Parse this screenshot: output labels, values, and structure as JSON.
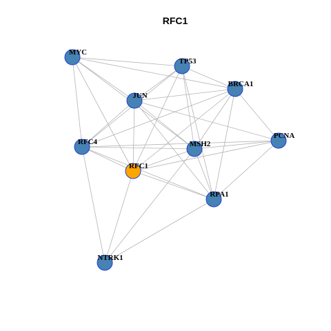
{
  "title": "RFC1",
  "colors": {
    "node_default": "#4682b4",
    "node_focus": "#ffa500",
    "node_border": "#1f3fd1",
    "edge": "#b3b3b3"
  },
  "nodes": [
    {
      "id": "MYC",
      "label": "MYC",
      "focus": false
    },
    {
      "id": "TP53",
      "label": "TP53",
      "focus": false
    },
    {
      "id": "BRCA1",
      "label": "BRCA1",
      "focus": false
    },
    {
      "id": "JUN",
      "label": "JUN",
      "focus": false
    },
    {
      "id": "PCNA",
      "label": "PCNA",
      "focus": false
    },
    {
      "id": "RFC4",
      "label": "RFC4",
      "focus": false
    },
    {
      "id": "MSH2",
      "label": "MSH2",
      "focus": false
    },
    {
      "id": "RFC1",
      "label": "RFC1",
      "focus": true
    },
    {
      "id": "RPA1",
      "label": "RPA1",
      "focus": false
    },
    {
      "id": "NTRK1",
      "label": "NTRK1",
      "focus": false
    }
  ],
  "edges": [
    [
      "MYC",
      "TP53"
    ],
    [
      "MYC",
      "BRCA1"
    ],
    [
      "MYC",
      "JUN"
    ],
    [
      "MYC",
      "MSH2"
    ],
    [
      "MYC",
      "RFC4"
    ],
    [
      "MYC",
      "RFC1"
    ],
    [
      "TP53",
      "JUN"
    ],
    [
      "TP53",
      "MSH2"
    ],
    [
      "TP53",
      "RFC4"
    ],
    [
      "TP53",
      "RFC1"
    ],
    [
      "TP53",
      "RPA1"
    ],
    [
      "TP53",
      "BRCA1"
    ],
    [
      "BRCA1",
      "JUN"
    ],
    [
      "BRCA1",
      "PCNA"
    ],
    [
      "BRCA1",
      "RFC4"
    ],
    [
      "BRCA1",
      "RFC1"
    ],
    [
      "BRCA1",
      "MSH2"
    ],
    [
      "BRCA1",
      "RPA1"
    ],
    [
      "JUN",
      "PCNA"
    ],
    [
      "JUN",
      "RFC4"
    ],
    [
      "JUN",
      "MSH2"
    ],
    [
      "JUN",
      "RFC1"
    ],
    [
      "JUN",
      "RPA1"
    ],
    [
      "PCNA",
      "RFC1"
    ],
    [
      "PCNA",
      "RFC4"
    ],
    [
      "PCNA",
      "MSH2"
    ],
    [
      "PCNA",
      "RPA1"
    ],
    [
      "RFC4",
      "RFC1"
    ],
    [
      "RFC4",
      "MSH2"
    ],
    [
      "RFC4",
      "RPA1"
    ],
    [
      "RFC4",
      "NTRK1"
    ],
    [
      "MSH2",
      "RFC1"
    ],
    [
      "MSH2",
      "RPA1"
    ],
    [
      "MSH2",
      "NTRK1"
    ],
    [
      "RFC1",
      "RPA1"
    ],
    [
      "RFC1",
      "NTRK1"
    ],
    [
      "RPA1",
      "NTRK1"
    ]
  ]
}
